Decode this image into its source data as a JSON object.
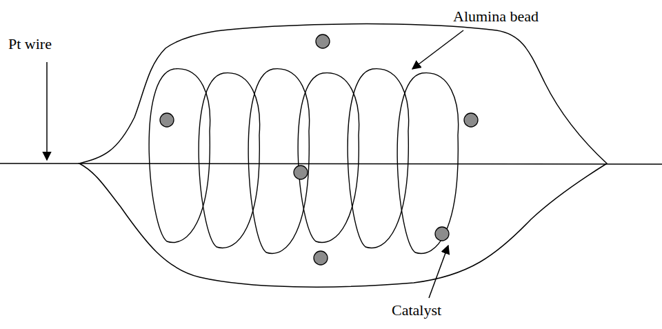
{
  "diagram": {
    "labels": [
      "Pt wire",
      "Alumina bead",
      "Catalyst"
    ]
  }
}
